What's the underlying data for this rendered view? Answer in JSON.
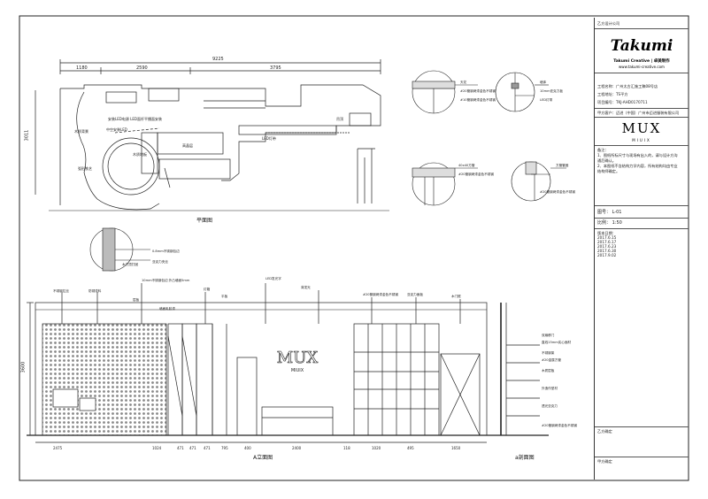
{
  "title_block": {
    "designer_label": "乙方设计公司",
    "brand_logo": "Takumi",
    "brand_sub": "Takumi Creative | 卓美制作",
    "brand_url": "www.takumi-creative.com",
    "project_name": "工程名称：广州太古汇施工稿08号店",
    "project_address": "工程地址：TS平方",
    "project_no": "项目编号：TKJ-AHD0170711",
    "client": "甲方客户：迈进（中国）广州市迈进服装有限公司",
    "client_logo": "MUX",
    "client_logo_sub": "MIUIX",
    "notes_title": "备注：",
    "notes": [
      "1、图纸所标尺寸与现场有出入的，请与设计方沟",
      "通后确认。",
      "2、本图纸不含结构力学内容，所有结构均由专业",
      "结构师确定。"
    ],
    "drawing_no": "图号：  L-01",
    "scale": "比例：  1:50",
    "revision_title": "版本日期：",
    "revisions": [
      "2017.6.15",
      "2017.6.17",
      "2017.6.23",
      "2017.6.30",
      "2017.9.02"
    ],
    "sign_b": "乙方确定",
    "sign_a": "甲方确定"
  },
  "plan": {
    "caption": "平面图",
    "dims_top": [
      "9225",
      "1180",
      "2590",
      "3795"
    ],
    "dim_side": "3011",
    "labels": [
      "安装LED电源 LED面杆平播面安装",
      "中空安装LED",
      "木质背景",
      "木质地板",
      "高晶层",
      "LED灯带",
      "弧形铁艺",
      "吊顶"
    ]
  },
  "elevation": {
    "caption": "A立面图",
    "dims_bottom": [
      "2475",
      "1024",
      "471",
      "471",
      "471",
      "795",
      "400",
      "2400",
      "118",
      "1020",
      "495",
      "1650"
    ],
    "height_dim": "3600",
    "sign_text": "MUX",
    "sign_sub": "MIUIX",
    "annotations": [
      "0.8mm不锈钢包边",
      "亚克力夹丝",
      "木方顶打固",
      "10mm不锈钢包边 外凸墙面5mm",
      "不锈钢拉丝",
      "防锈漆料",
      "层板",
      "灯箱",
      "LED发光字",
      "背发光",
      "#20管钢烤漆金色不锈钢",
      "亚克力面板",
      "木门框",
      "墙面乳胶漆",
      "平板"
    ]
  },
  "section": {
    "caption": "a剖面图",
    "annotations": [
      "双扇移门",
      "直线15mm实心面材",
      "不锈钢架",
      "#20金属方管",
      "木质层板",
      "外造作型材",
      "透光亚克力",
      "#20管钢烤漆金色不锈钢"
    ]
  },
  "details": {
    "d1": [
      "天花",
      "#20管钢烤漆金色不锈钢",
      "#10管钢烤漆金色不锈钢"
    ],
    "d2": [
      "墙体",
      "10mm亚克力板",
      "LED灯带"
    ],
    "d3": [
      "40x40方管",
      "#20管钢烤漆金色不锈钢",
      "方管管固",
      "#20管钢烤漆金色不锈钢"
    ]
  }
}
